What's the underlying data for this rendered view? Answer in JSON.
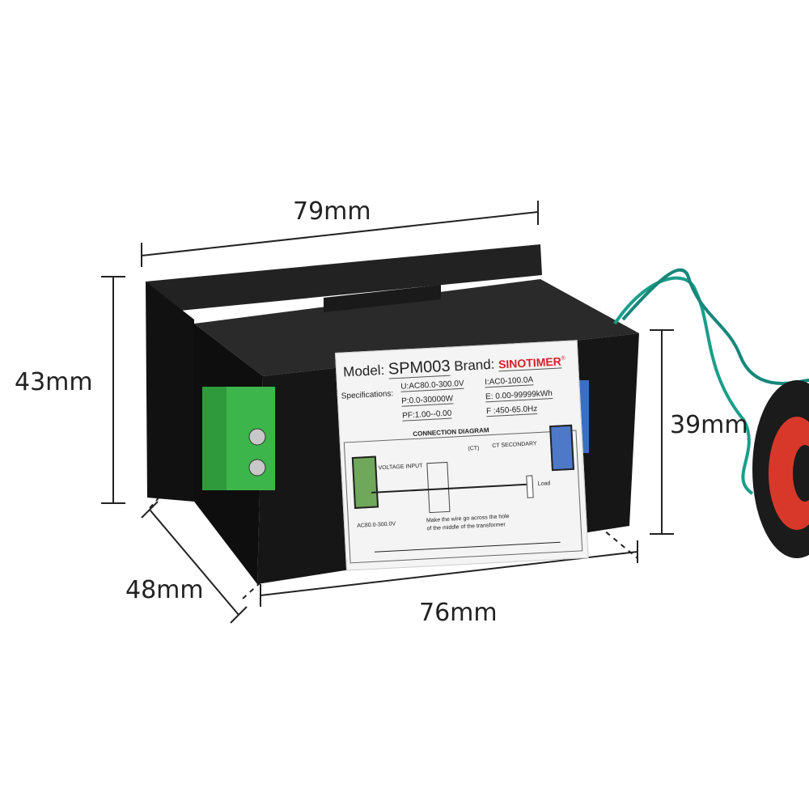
{
  "dimensions": {
    "width_top": "79mm",
    "height_left": "43mm",
    "height_right": "39mm",
    "depth": "48mm",
    "width_bottom": "76mm"
  },
  "label": {
    "model_label": "Model:",
    "model": "SPM003",
    "brand_label": "Brand:",
    "brand": "SINOTIMER",
    "brand_mark": "®",
    "brand_color": "#d81e2a",
    "specs_label": "Specifications:",
    "specs": {
      "voltage": "U:AC80.0-300.0V",
      "current": "I:AC0-100.0A",
      "power": "P:0.0-30000W",
      "energy": "E: 0.00-99999kWh",
      "power_factor": "PF:1.00--0.00",
      "frequency": "F :450-65.0Hz"
    },
    "diagram": {
      "title": "CONNECTION DIAGRAM",
      "voltage_input": "VOLTAGE INPUT",
      "ct": "(CT)",
      "ct_secondary": "CT SECONDARY",
      "load": "Load",
      "voltage_range": "AC80.0-300.0V",
      "note_line1": "Make the wire go across the hole",
      "note_line2": "of the middle of the transformer"
    }
  },
  "colors": {
    "body": "#1a1a1a",
    "terminal_green": "#3cb54a",
    "terminal_blue": "#3a6fc4",
    "wire": "#1a9e8a",
    "coil_red": "#d8382a"
  }
}
